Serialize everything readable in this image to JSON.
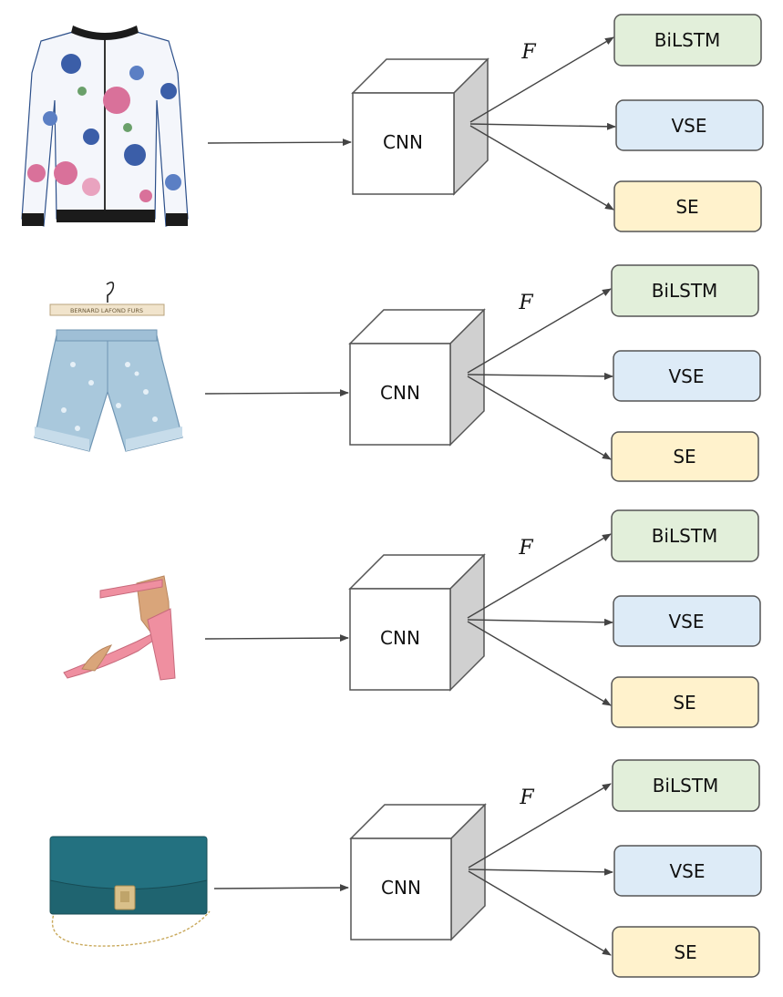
{
  "rows": [
    {
      "item": "floral-jacket",
      "cnn_label": "CNN",
      "f_label": "F",
      "outputs": [
        {
          "label": "BiLSTM",
          "color": "#e2efda"
        },
        {
          "label": "VSE",
          "color": "#ddebf7"
        },
        {
          "label": "SE",
          "color": "#fff2cc"
        }
      ]
    },
    {
      "item": "denim-shorts",
      "cnn_label": "CNN",
      "f_label": "F",
      "outputs": [
        {
          "label": "BiLSTM",
          "color": "#e2efda"
        },
        {
          "label": "VSE",
          "color": "#ddebf7"
        },
        {
          "label": "SE",
          "color": "#fff2cc"
        }
      ]
    },
    {
      "item": "pink-heeled-sandal",
      "cnn_label": "CNN",
      "f_label": "F",
      "outputs": [
        {
          "label": "BiLSTM",
          "color": "#e2efda"
        },
        {
          "label": "VSE",
          "color": "#ddebf7"
        },
        {
          "label": "SE",
          "color": "#fff2cc"
        }
      ]
    },
    {
      "item": "teal-clutch-bag",
      "cnn_label": "CNN",
      "f_label": "F",
      "outputs": [
        {
          "label": "BiLSTM",
          "color": "#e2efda"
        },
        {
          "label": "VSE",
          "color": "#ddebf7"
        },
        {
          "label": "SE",
          "color": "#fff2cc"
        }
      ]
    }
  ],
  "hanger_tag_text": "BERNARD LAFOND FURS",
  "colors": {
    "box_stroke": "#555555",
    "cube_side": "#d0d0d0",
    "arrow": "#444444",
    "jacket_blue": "#3b5ea8",
    "jacket_pink": "#d9719a",
    "denim": "#a9c8dc",
    "sandal_pink": "#ef8fa0",
    "sandal_tan": "#d9a57a",
    "clutch_teal": "#1f6470"
  }
}
